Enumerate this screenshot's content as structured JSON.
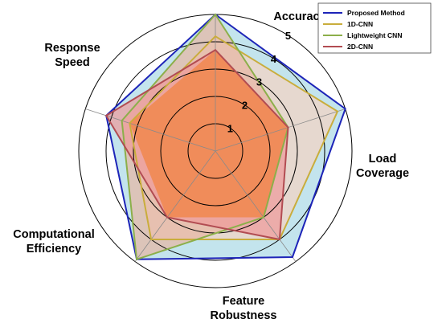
{
  "chart_data": {
    "type": "radar",
    "title": "",
    "axes": [
      [
        "Accuracy"
      ],
      [
        "Load",
        "Coverage"
      ],
      [
        "Feature",
        "Robustness"
      ],
      [
        "Computational",
        "Efficiency"
      ],
      [
        "Response",
        "Speed"
      ]
    ],
    "rlim": [
      0,
      5
    ],
    "rticks": [
      "1",
      "2",
      "3",
      "4",
      "5"
    ],
    "grid": true,
    "legend_position": "top-right",
    "series": [
      {
        "name": "Proposed Method",
        "values": [
          5.0,
          5.0,
          4.8,
          4.9,
          4.2
        ],
        "color": "#1d24b8",
        "fill": "#a9d9e6"
      },
      {
        "name": "1D-CNN",
        "values": [
          4.2,
          4.7,
          4.0,
          4.0,
          3.3
        ],
        "color": "#c9ad3c",
        "fill": "#f5d3c2"
      },
      {
        "name": "Lightweight CNN",
        "values": [
          5.0,
          2.8,
          3.0,
          4.9,
          3.6
        ],
        "color": "#8caf4a",
        "fill": "#e7b6a2"
      },
      {
        "name": "2D-CNN",
        "values": [
          3.7,
          2.8,
          4.0,
          3.0,
          4.2
        ],
        "color": "#b24c52",
        "fill": "#ee9a9a"
      }
    ],
    "inner_fill": "#f08c5a"
  }
}
